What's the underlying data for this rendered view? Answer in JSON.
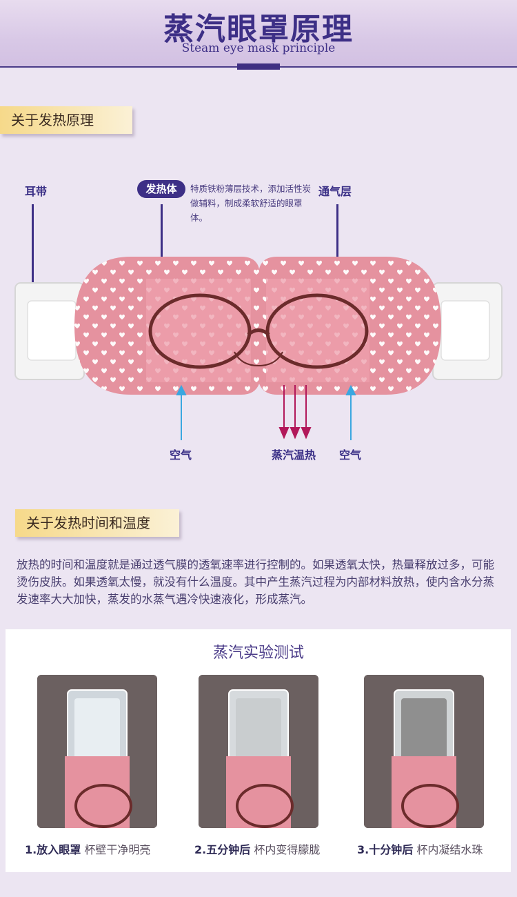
{
  "header": {
    "title": "蒸汽眼罩原理",
    "subtitle": "Steam eye mask principle"
  },
  "section1": {
    "tag": "关于发热原理",
    "labels": {
      "ear_strap": "耳带",
      "heater": "发热体",
      "heater_desc": "特质铁粉薄层技术，添加活性炭做辅料，制成柔软舒适的眼罩体。",
      "vent_layer": "通气层",
      "air_left": "空气",
      "steam": "蒸汽温热",
      "air_right": "空气"
    }
  },
  "section2": {
    "tag": "关于发热时间和温度",
    "paragraph": "放热的时间和温度就是通过透气膜的透氧速率进行控制的。如果透氧太快，热量释放过多，可能烫伤皮肤。如果透氧太慢，就没有什么温度。其中产生蒸汽过程为内部材料放热，使内含水分蒸发速率大大加快，蒸发的水蒸气遇冷快速液化，形成蒸汽。"
  },
  "experiment": {
    "title": "蒸汽实验测试",
    "steps": [
      {
        "label": "1.放入眼罩",
        "desc": "杯壁干净明亮"
      },
      {
        "label": "2.五分钟后",
        "desc": "杯内变得朦胧"
      },
      {
        "label": "3.十分钟后",
        "desc": "杯内凝结水珠"
      }
    ]
  },
  "colors": {
    "accent": "#3d2f86",
    "mask_pink": "#e79aa6",
    "frame": "#6b2b2b",
    "air_arrow": "#3aa7e0",
    "steam_arrow": "#b2185a"
  }
}
